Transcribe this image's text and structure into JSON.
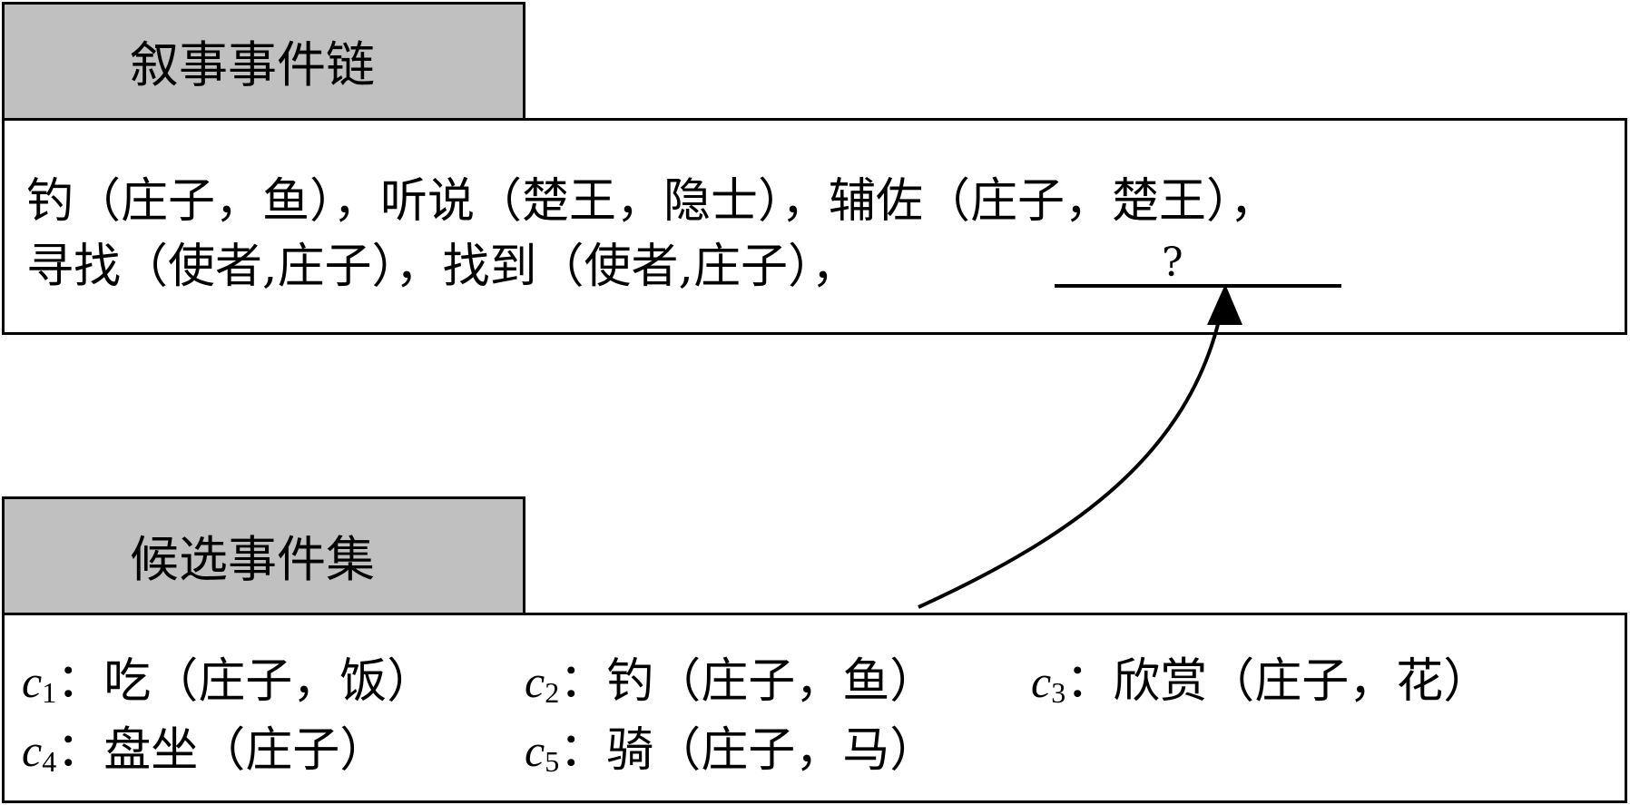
{
  "chain": {
    "title": "叙事事件链",
    "line1": "钓（庄子，鱼），听说（楚王，隐士），辅佐（庄子，楚王），",
    "line2": "寻找（使者,庄子），找到（使者,庄子），",
    "blank": "?"
  },
  "candidates": {
    "title": "候选事件集",
    "items": [
      {
        "var": "c",
        "sub": "1",
        "text": "：吃（庄子，饭）"
      },
      {
        "var": "c",
        "sub": "2",
        "text": "：钓（庄子，鱼）"
      },
      {
        "var": "c",
        "sub": "3",
        "text": "：欣赏（庄子，花）"
      },
      {
        "var": "c",
        "sub": "4",
        "text": "：盘坐（庄子）"
      },
      {
        "var": "c",
        "sub": "5",
        "text": "：骑（庄子，马）"
      }
    ]
  }
}
